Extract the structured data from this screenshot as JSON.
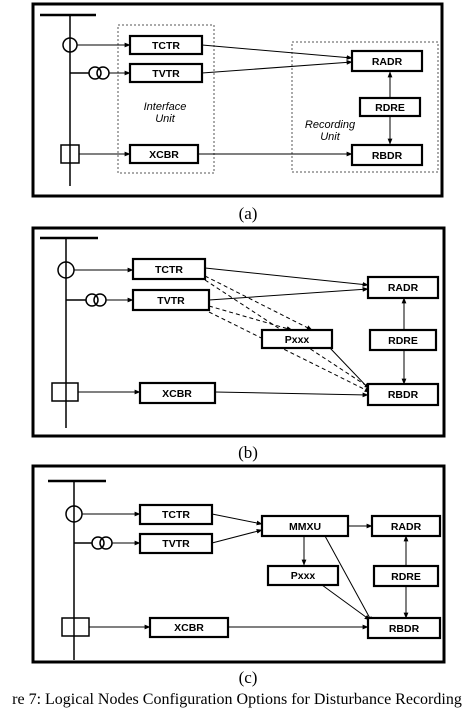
{
  "panels": [
    {
      "label": "(a)",
      "interface_unit": "Interface\nUnit",
      "recording_unit": "Recording\nUnit",
      "nodes": {
        "tctr": "TCTR",
        "tvtr": "TVTR",
        "xcbr": "XCBR",
        "radr": "RADR",
        "rdre": "RDRE",
        "rbdr": "RBDR"
      }
    },
    {
      "label": "(b)",
      "nodes": {
        "tctr": "TCTR",
        "tvtr": "TVTR",
        "pxxx": "Pxxx",
        "xcbr": "XCBR",
        "radr": "RADR",
        "rdre": "RDRE",
        "rbdr": "RBDR"
      }
    },
    {
      "label": "(c)",
      "nodes": {
        "tctr": "TCTR",
        "tvtr": "TVTR",
        "mmxu": "MMXU",
        "pxxx": "Pxxx",
        "xcbr": "XCBR",
        "radr": "RADR",
        "rdre": "RDRE",
        "rbdr": "RBDR"
      }
    }
  ],
  "caption": "re 7: Logical Nodes Configuration Options for Disturbance Recording"
}
